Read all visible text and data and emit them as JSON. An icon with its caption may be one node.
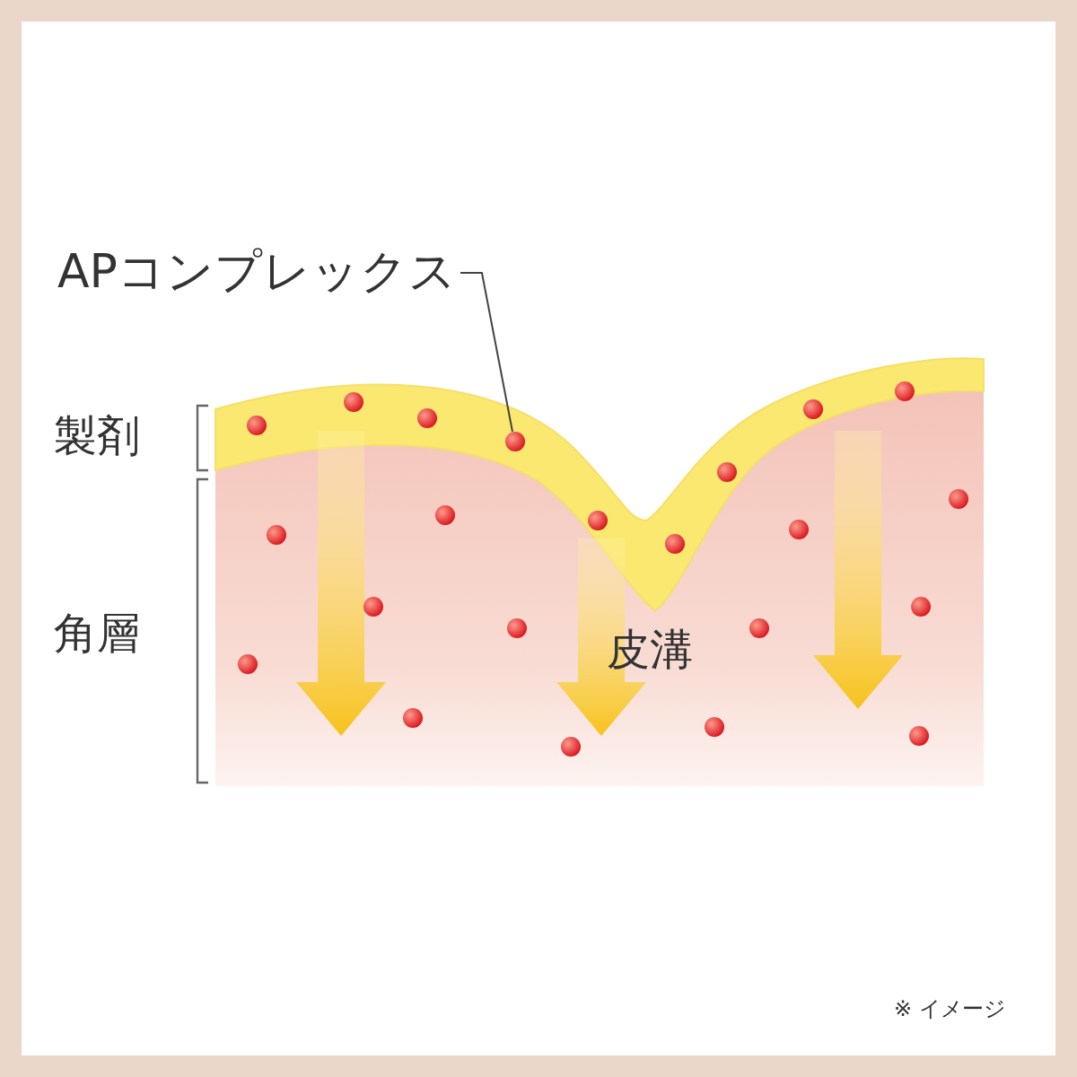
{
  "diagram": {
    "nodes": [
      {
        "text": [
          "APコンプレックス"
        ]
      },
      {
        "text": [],
        "shape": "circle"
      }
    ],
    "edges": [
      {
        "from": 0,
        "to": 1,
        "arrow": "none"
      }
    ],
    "labels": [
      "製剤",
      "角層",
      "皮溝",
      "※ イメージ"
    ]
  }
}
